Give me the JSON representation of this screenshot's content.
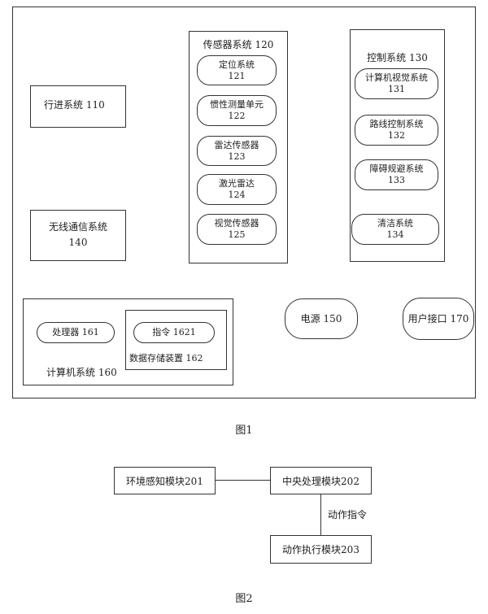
{
  "figure1": {
    "caption": "图1",
    "travel_system": "行进系统 110",
    "wireless": {
      "line1": "无线通信系统",
      "line2": "140"
    },
    "sensor_system": {
      "title": "传感器系统 120",
      "items": [
        {
          "name": "定位系统",
          "num": "121"
        },
        {
          "name": "惯性测量单元",
          "num": "122"
        },
        {
          "name": "雷达传感器",
          "num": "123"
        },
        {
          "name": "激光雷达",
          "num": "124"
        },
        {
          "name": "视觉传感器",
          "num": "125"
        }
      ]
    },
    "control_system": {
      "title": "控制系统 130",
      "items": [
        {
          "name": "计算机视觉系统",
          "num": "131"
        },
        {
          "name": "路线控制系统",
          "num": "132"
        },
        {
          "name": "障碍规避系统",
          "num": "133"
        },
        {
          "name": "清洁系统",
          "num": "134"
        }
      ]
    },
    "computer_system": {
      "title": "计算机系统 160",
      "processor": "处理器 161",
      "storage": {
        "title": "数据存储装置 162",
        "instruction": "指令 1621"
      }
    },
    "power": "电源 150",
    "user_interface": "用户接口 170"
  },
  "figure2": {
    "caption": "图2",
    "env_module": "环境感知模块201",
    "central_module": "中央处理模块202",
    "action_cmd": "动作指令",
    "exec_module": "动作执行模块203"
  }
}
